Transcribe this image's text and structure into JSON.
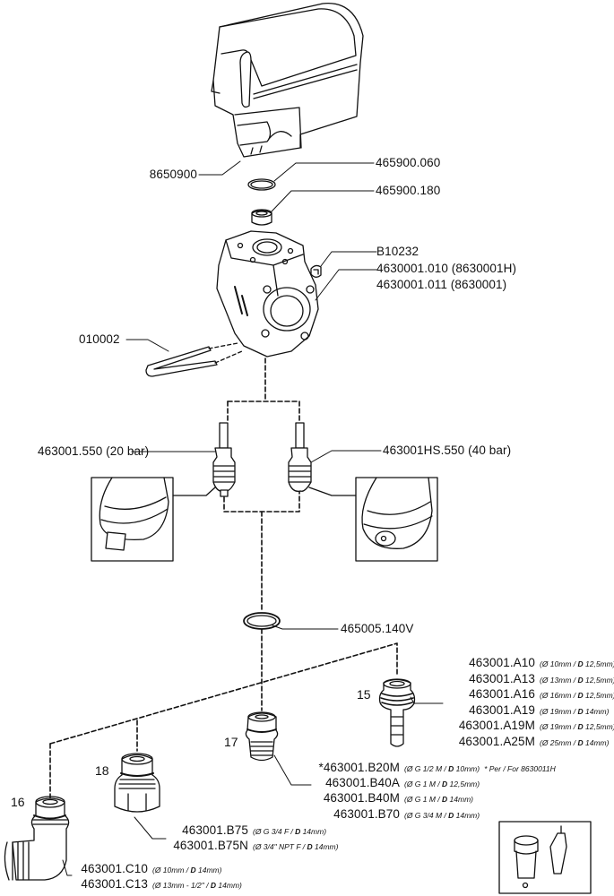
{
  "diagram": {
    "type": "exploded parts diagram",
    "top_parts": [
      {
        "code": "8650900"
      },
      {
        "code": "465900.060"
      },
      {
        "code": "465900.180"
      },
      {
        "code": "B10232"
      },
      {
        "code": "4630001.010 (8630001H)"
      },
      {
        "code": "4630001.011 (8630001)"
      },
      {
        "code": "010002"
      }
    ],
    "valves": [
      {
        "code": "463001.550 (20 bar)"
      },
      {
        "code": "463001HS.550 (40 bar)"
      }
    ],
    "oring": {
      "code": "465005.140V"
    },
    "group_15": {
      "number": "15",
      "items": [
        {
          "code": "463001.A10",
          "dia": "Ø 10mm",
          "d": "12,5mm"
        },
        {
          "code": "463001.A13",
          "dia": "Ø 13mm",
          "d": "12,5mm"
        },
        {
          "code": "463001.A16",
          "dia": "Ø 16mm",
          "d": "12,5mm"
        },
        {
          "code": "463001.A19",
          "dia": "Ø 19mm",
          "d": "14mm"
        },
        {
          "code": "463001.A19M",
          "dia": "Ø 19mm",
          "d": "12,5mm"
        },
        {
          "code": "463001.A25M",
          "dia": "Ø 25mm",
          "d": "14mm"
        }
      ]
    },
    "group_17": {
      "number": "17",
      "items": [
        {
          "code": "*463001.B20M",
          "dia": "Ø G 1/2 M",
          "d": "10mm",
          "note": "* Per / For 8630011H"
        },
        {
          "code": "463001.B40A",
          "dia": "Ø G 1 M",
          "d": "12,5mm"
        },
        {
          "code": "463001.B40M",
          "dia": "Ø G 1 M",
          "d": "14mm"
        },
        {
          "code": "463001.B70",
          "dia": "Ø G 3/4 M",
          "d": "14mm"
        }
      ]
    },
    "group_18": {
      "number": "18",
      "items": [
        {
          "code": "463001.B75",
          "dia": "Ø G 3/4 F",
          "d": "14mm"
        },
        {
          "code": "463001.B75N",
          "dia": "Ø 3/4\" NPT F",
          "d": "14mm"
        }
      ]
    },
    "group_16": {
      "number": "16",
      "items": [
        {
          "code": "463001.C10",
          "dia": "Ø 10mm",
          "d": "14mm"
        },
        {
          "code": "463001.C13",
          "dia": "Ø 13mm - 1/2\"",
          "d": "14mm"
        }
      ]
    },
    "spec_separator": " / ",
    "d_label": "D"
  }
}
